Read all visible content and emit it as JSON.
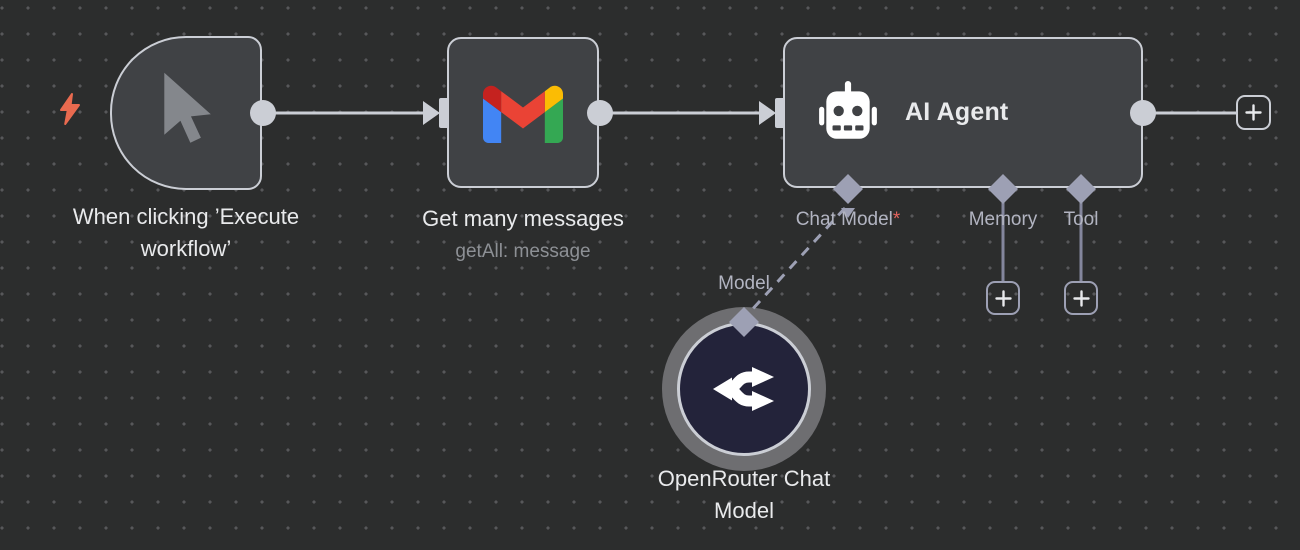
{
  "workflow": {
    "trigger": {
      "title": "When clicking ’Execute workflow’"
    },
    "gmail": {
      "title": "Get many messages",
      "subtitle": "getAll: message"
    },
    "agent": {
      "title": "AI Agent",
      "ports": {
        "chat_model": "Chat Model",
        "chat_model_required_mark": "*",
        "memory": "Memory",
        "tool": "Tool"
      }
    },
    "openrouter": {
      "title": "OpenRouter Chat Model",
      "port": "Model"
    }
  },
  "colors": {
    "canvas_bg": "#2c2d2d",
    "grid_dot": "#57585a",
    "node_fill": "#404245",
    "node_border": "#cbced5",
    "wire": "#cbced5",
    "port_diamond": "#9da0b4",
    "sub_wire": "#84869d",
    "label_primary": "#e9eaec",
    "label_secondary": "#8d9095",
    "port_label": "#b2b4c1",
    "required_mark": "#e4635e",
    "trigger_accent": "#e96a4f",
    "openrouter_fill": "#23233a",
    "openrouter_halo": "#6e6e71",
    "icon_gray": "#84878c",
    "gmail_red": "#EA4335",
    "gmail_dark_red": "#C5221F",
    "gmail_blue": "#4285F4",
    "gmail_green": "#34A853",
    "gmail_yellow": "#FBBC04"
  }
}
